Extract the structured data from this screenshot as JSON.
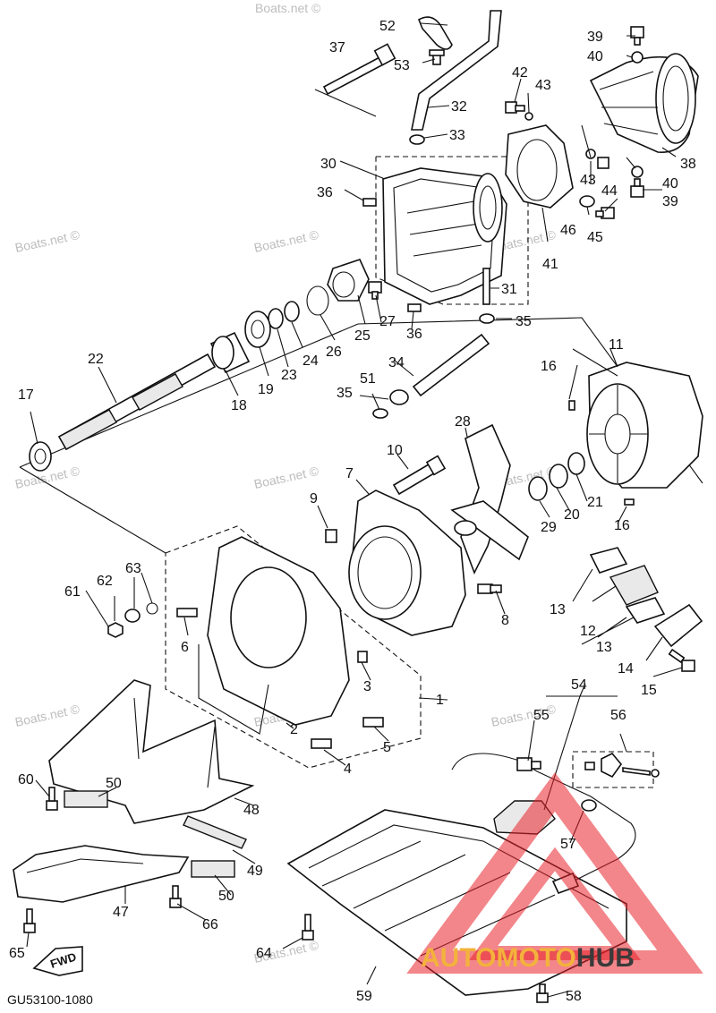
{
  "diagram": {
    "code": "GU53100-1080",
    "fwd_label": "FWD",
    "watermark": "Boats.net ©",
    "logo": {
      "part1": "AUTOMOTO",
      "part2": "HUB",
      "color1": "#f3b23c",
      "color2": "#3a3a3a",
      "triangle_color": "#e8232a"
    },
    "callouts": [
      {
        "id": "c1",
        "text": "1"
      },
      {
        "id": "c2",
        "text": "2"
      },
      {
        "id": "c3",
        "text": "3"
      },
      {
        "id": "c4",
        "text": "4"
      },
      {
        "id": "c5",
        "text": "5"
      },
      {
        "id": "c6",
        "text": "6"
      },
      {
        "id": "c7",
        "text": "7"
      },
      {
        "id": "c8",
        "text": "8"
      },
      {
        "id": "c9",
        "text": "9"
      },
      {
        "id": "c10",
        "text": "10"
      },
      {
        "id": "c11",
        "text": "11"
      },
      {
        "id": "c12",
        "text": "12"
      },
      {
        "id": "c13a",
        "text": "13"
      },
      {
        "id": "c13b",
        "text": "13"
      },
      {
        "id": "c14",
        "text": "14"
      },
      {
        "id": "c15",
        "text": "15"
      },
      {
        "id": "c16a",
        "text": "16"
      },
      {
        "id": "c16b",
        "text": "16"
      },
      {
        "id": "c17",
        "text": "17"
      },
      {
        "id": "c18",
        "text": "18"
      },
      {
        "id": "c19",
        "text": "19"
      },
      {
        "id": "c20",
        "text": "20"
      },
      {
        "id": "c21",
        "text": "21"
      },
      {
        "id": "c22",
        "text": "22"
      },
      {
        "id": "c23",
        "text": "23"
      },
      {
        "id": "c24",
        "text": "24"
      },
      {
        "id": "c25",
        "text": "25"
      },
      {
        "id": "c26",
        "text": "26"
      },
      {
        "id": "c27",
        "text": "27"
      },
      {
        "id": "c28",
        "text": "28"
      },
      {
        "id": "c29",
        "text": "29"
      },
      {
        "id": "c30",
        "text": "30"
      },
      {
        "id": "c31",
        "text": "31"
      },
      {
        "id": "c32",
        "text": "32"
      },
      {
        "id": "c33",
        "text": "33"
      },
      {
        "id": "c34",
        "text": "34"
      },
      {
        "id": "c35a",
        "text": "35"
      },
      {
        "id": "c35b",
        "text": "35"
      },
      {
        "id": "c36a",
        "text": "36"
      },
      {
        "id": "c36b",
        "text": "36"
      },
      {
        "id": "c37",
        "text": "37"
      },
      {
        "id": "c38",
        "text": "38"
      },
      {
        "id": "c39a",
        "text": "39"
      },
      {
        "id": "c39b",
        "text": "39"
      },
      {
        "id": "c40a",
        "text": "40"
      },
      {
        "id": "c40b",
        "text": "40"
      },
      {
        "id": "c41",
        "text": "41"
      },
      {
        "id": "c42",
        "text": "42"
      },
      {
        "id": "c43a",
        "text": "43"
      },
      {
        "id": "c43b",
        "text": "43"
      },
      {
        "id": "c44",
        "text": "44"
      },
      {
        "id": "c45",
        "text": "45"
      },
      {
        "id": "c46",
        "text": "46"
      },
      {
        "id": "c47",
        "text": "47"
      },
      {
        "id": "c48",
        "text": "48"
      },
      {
        "id": "c49",
        "text": "49"
      },
      {
        "id": "c50a",
        "text": "50"
      },
      {
        "id": "c50b",
        "text": "50"
      },
      {
        "id": "c51",
        "text": "51"
      },
      {
        "id": "c52",
        "text": "52"
      },
      {
        "id": "c53",
        "text": "53"
      },
      {
        "id": "c54",
        "text": "54"
      },
      {
        "id": "c55",
        "text": "55"
      },
      {
        "id": "c56",
        "text": "56"
      },
      {
        "id": "c57",
        "text": "57"
      },
      {
        "id": "c58",
        "text": "58"
      },
      {
        "id": "c59",
        "text": "59"
      },
      {
        "id": "c60",
        "text": "60"
      },
      {
        "id": "c61",
        "text": "61"
      },
      {
        "id": "c62",
        "text": "62"
      },
      {
        "id": "c63",
        "text": "63"
      },
      {
        "id": "c64",
        "text": "64"
      },
      {
        "id": "c65",
        "text": "65"
      },
      {
        "id": "c66",
        "text": "66"
      }
    ]
  }
}
